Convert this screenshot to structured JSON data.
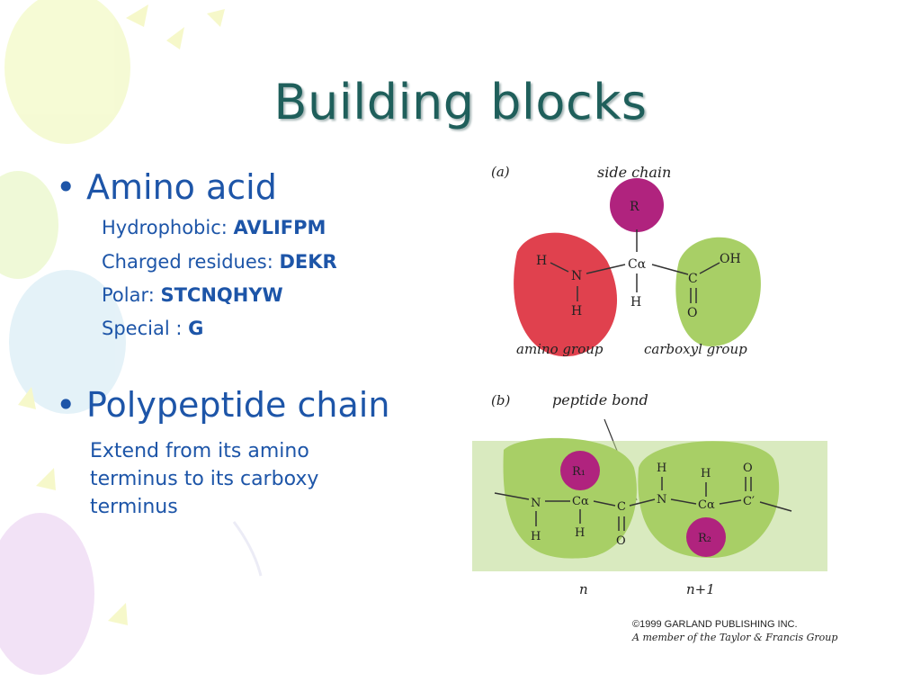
{
  "slide": {
    "title": "Building blocks",
    "bullets": [
      {
        "text": "Amino acid",
        "items": [
          {
            "label": "Hydrophobic: ",
            "value": "AVLIFPM"
          },
          {
            "label": "Charged residues: ",
            "value": "DEKR"
          },
          {
            "label": "Polar: ",
            "value": "STCNQHYW"
          },
          {
            "label": "Special : ",
            "value": "G"
          }
        ]
      },
      {
        "text": "Polypeptide chain",
        "description": "Extend from its amino terminus to its carboxy terminus"
      }
    ]
  },
  "figure": {
    "a": {
      "panel": "(a)",
      "side_chain": "side chain",
      "R": "R",
      "amino_group": "amino group",
      "carboxyl_group": "carboxyl group",
      "H": "H",
      "N": "N",
      "C_alpha": "Cα",
      "C": "C",
      "O": "O",
      "OH": "OH"
    },
    "b": {
      "panel": "(b)",
      "peptide_bond": "peptide bond",
      "R1": "R₁",
      "R2": "R₂",
      "n": "n",
      "n_plus_1": "n+1",
      "H": "H",
      "N": "N",
      "C_alpha": "Cα",
      "C": "C",
      "C_prime": "C′",
      "O": "O"
    },
    "copyright_line1": "©1999 GARLAND PUBLISHING INC.",
    "copyright_line2": "A member of the Taylor & Francis Group"
  },
  "colors": {
    "title": "#1f5f5b",
    "text": "#1d55a8",
    "amino_group": "#e0414e",
    "carboxyl_group": "#a8cf66",
    "side_chain": "#b0237e"
  }
}
